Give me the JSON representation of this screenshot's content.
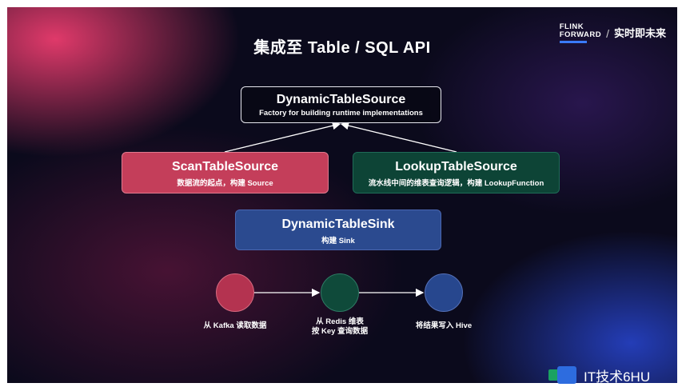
{
  "title": "集成至 Table / SQL API",
  "logo": {
    "left_top": "FLINK",
    "left_bottom": "FORWARD",
    "right": "实时即未来"
  },
  "boxes": {
    "source": {
      "name": "DynamicTableSource",
      "desc": "Factory for building runtime implementations"
    },
    "scan": {
      "name": "ScanTableSource",
      "desc": "数据流的起点，构建 Source"
    },
    "lookup": {
      "name": "LookupTableSource",
      "desc": "流水线中间的维表查询逻辑，构建 LookupFunction"
    },
    "sink": {
      "name": "DynamicTableSink",
      "desc": "构建 Sink"
    }
  },
  "flow": {
    "step1": "从 Kafka 读取数据",
    "step2_line1": "从 Redis 维表",
    "step2_line2": "按 Key 查询数据",
    "step3": "将结果写入 Hive"
  },
  "colors": {
    "scan": "#c43e5a",
    "lookup": "#0d4436",
    "sink": "#2b4a8f"
  },
  "watermark": {
    "text": "IT技术6HU",
    "icon": "app-icon"
  }
}
